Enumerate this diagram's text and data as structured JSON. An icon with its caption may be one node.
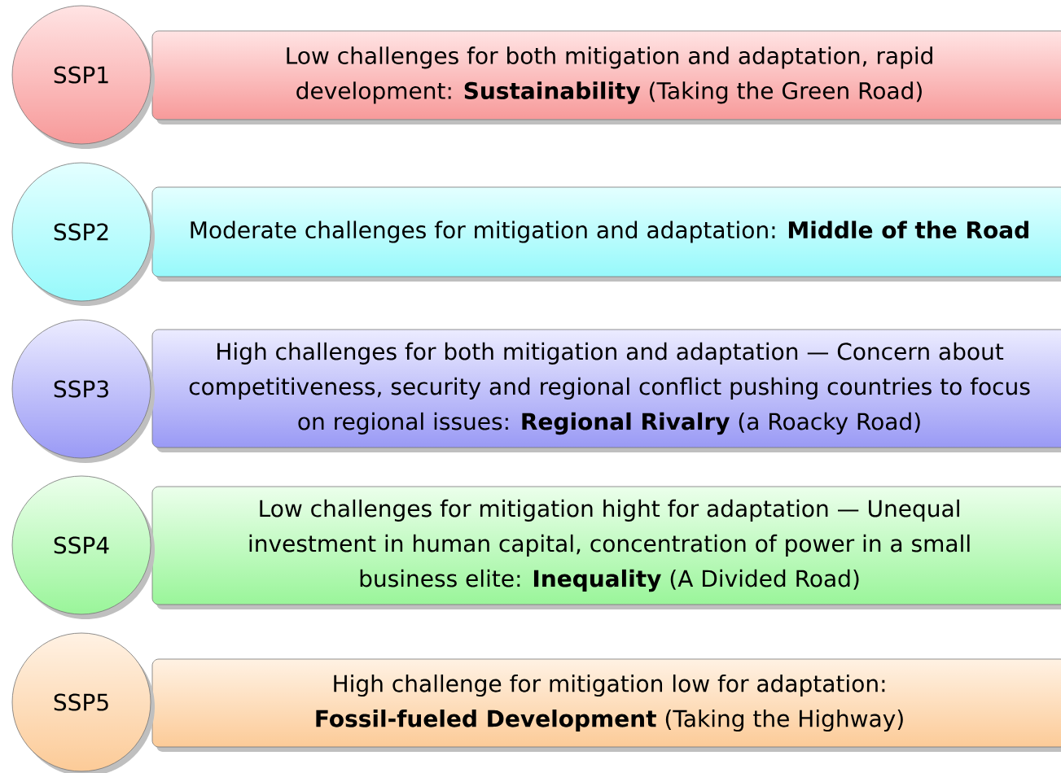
{
  "diagram": {
    "nodes": [
      {
        "text": [
          "SSP1"
        ]
      },
      {
        "text": [
          "Low challenges for both mitigation and adaptation, rapid development: **Sustainability** (Taking the Green Road)"
        ]
      },
      {
        "text": [
          "SSP2"
        ]
      },
      {
        "text": [
          "Moderate challenges for mitigation and adaptation: **Middle of the Road**"
        ]
      },
      {
        "text": [
          "SSP3"
        ]
      },
      {
        "text": [
          "High challenges for both mitigation and adaptation — Concern about competitiveness, security and regional conflict pushing countries to focus on regional issues: **Regional Rivalry** (a Roacky Road)"
        ]
      },
      {
        "text": [
          "SSP4"
        ]
      },
      {
        "text": [
          "Low challenges for mitigation hight for adaptation — Unequal investment in human capital, concentration of power in a small business elite: **Inequality** (A Divided Road)"
        ]
      },
      {
        "text": [
          "SSP5"
        ]
      },
      {
        "text": [
          "High challenge for mitigation low for adaptation: **Fossil-fueled Development** (Taking the Highway)"
        ]
      }
    ]
  }
}
